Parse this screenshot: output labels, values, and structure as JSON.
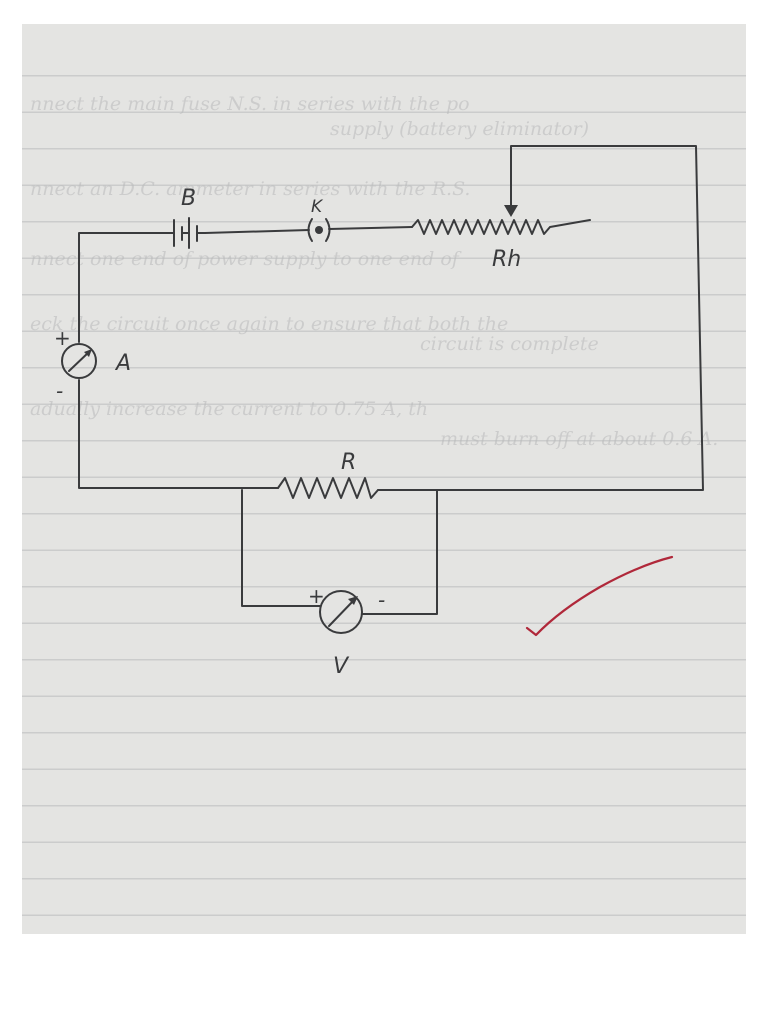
{
  "components": {
    "battery": "B",
    "key": "K",
    "rheostat": "Rh",
    "ammeter": "A",
    "resistor": "R",
    "voltmeter": "V"
  },
  "polarity": {
    "ammeter_plus": "+",
    "ammeter_minus": "-",
    "voltmeter_plus": "+",
    "voltmeter_minus": "-"
  },
  "colors": {
    "paper": "#e4e4e2",
    "rule_lines": "#cbcccc",
    "pencil": "#3a3b3d",
    "tick_mark": "#b0283a",
    "show_through": "#b9babb"
  },
  "annotations": {
    "tick": "check-mark-icon"
  }
}
